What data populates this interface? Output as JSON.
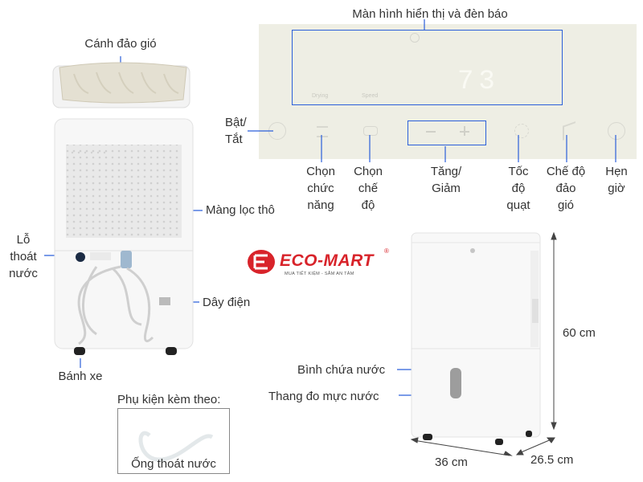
{
  "labels": {
    "display": "Màn hình hiển thị và đèn báo",
    "vane": "Cánh đảo gió",
    "power": [
      "Bật/",
      "Tắt"
    ],
    "function": [
      "Chọn",
      "chức",
      "năng"
    ],
    "mode": [
      "Chọn",
      "chế",
      "độ"
    ],
    "updown": [
      "Tăng/",
      "Giảm"
    ],
    "fan": [
      "Tốc",
      "độ",
      "quạt"
    ],
    "swing": [
      "Chế độ",
      "đảo",
      "gió"
    ],
    "timer": [
      "Hẹn",
      "giờ"
    ],
    "filter": "Màng lọc thô",
    "drain": [
      "Lỗ",
      "thoát",
      "nước"
    ],
    "cord": "Dây điện",
    "wheel": "Bánh xe",
    "accessory_title": "Phụ kiện kèm theo:",
    "hose": "Ống thoát nước",
    "tank": "Bình chứa nước",
    "gauge": "Thang đo mực nước",
    "height": "60 cm",
    "width": "36 cm",
    "depth": "26.5 cm"
  },
  "brand": {
    "name": "ECO-MART",
    "registered": "®",
    "slogan": "MUA TIẾT KIỆM - SẮM AN TÂM",
    "color": "#d8232a"
  },
  "panel_display": {
    "digits": "73",
    "left_tag": "Drying",
    "right_tag": "Speed"
  },
  "colors": {
    "highlight_box": "#2b5fd9",
    "panel_bg": "#eeeee4",
    "leader_line": "#2b5fd9"
  }
}
